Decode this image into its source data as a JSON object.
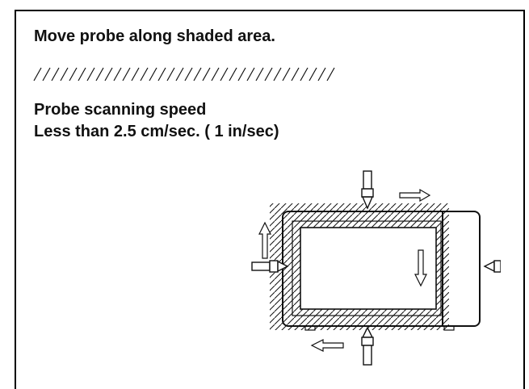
{
  "instruction": "Move probe along shaded area.",
  "speed": {
    "title": "Probe scanning speed",
    "value": "Less than 2.5 cm/sec. ( 1 in/sec)"
  }
}
